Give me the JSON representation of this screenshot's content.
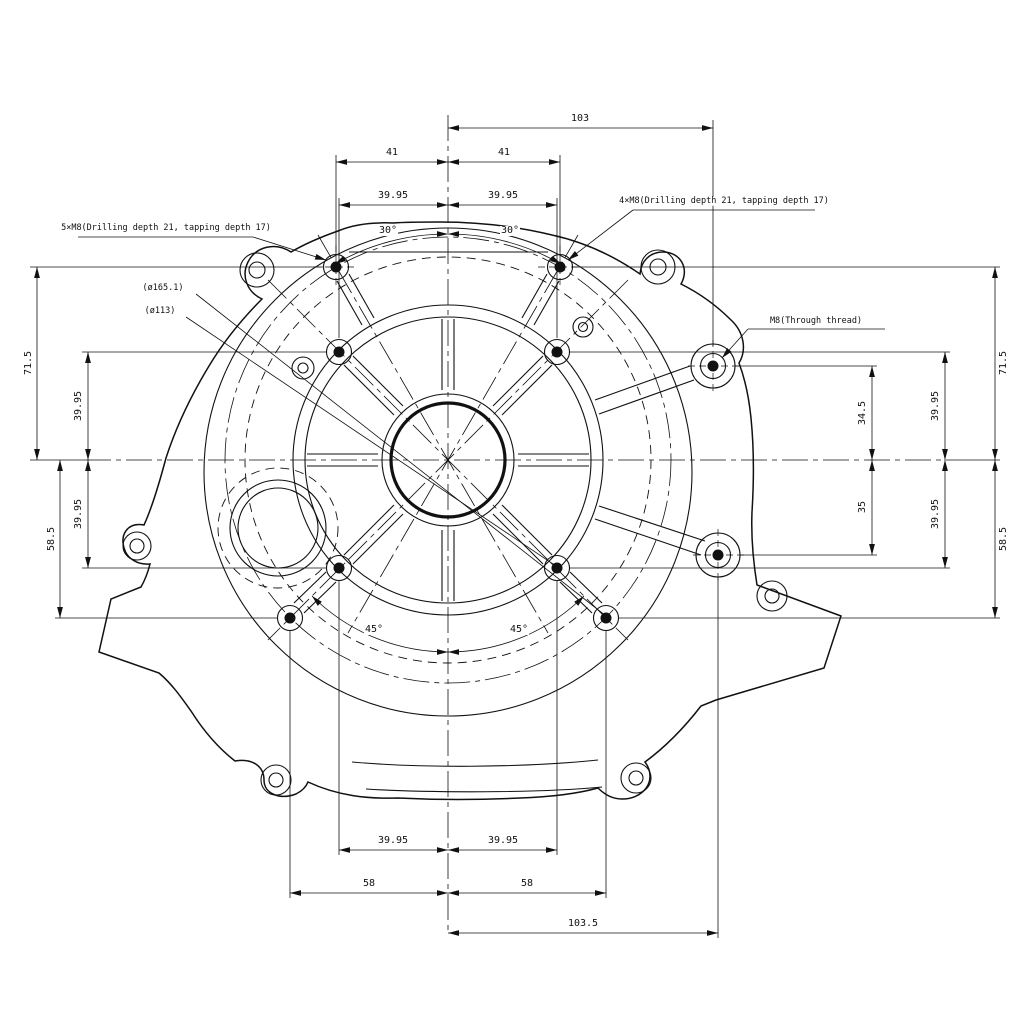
{
  "colors": {
    "line": "#111111",
    "background": "#ffffff"
  },
  "labels": {
    "note_5xm8": "5×M8(Drilling depth 21, tapping depth 17)",
    "note_4xm8": "4×M8(Drilling depth 21, tapping depth 17)",
    "note_m8_through": "M8(Through thread)",
    "dia_165": "(ø165.1)",
    "dia_113": "(ø113)",
    "dim_103": "103",
    "dim_41_l": "41",
    "dim_41_r": "41",
    "dim_3995_top_l": "39.95",
    "dim_3995_top_r": "39.95",
    "ang_30_l": "30°",
    "ang_30_r": "30°",
    "dim_715_l": "71.5",
    "dim_715_r": "71.5",
    "dim_585_l": "58.5",
    "dim_585_r": "58.5",
    "dim_3995_left_u": "39.95",
    "dim_3995_left_d": "39.95",
    "dim_3995_right_u": "39.95",
    "dim_3995_right_d": "39.95",
    "dim_345": "34.5",
    "dim_35": "35",
    "ang_45_l": "45°",
    "ang_45_r": "45°",
    "dim_3995_bot_l": "39.95",
    "dim_3995_bot_r": "39.95",
    "dim_58_l": "58",
    "dim_58_r": "58",
    "dim_1035": "103.5"
  }
}
